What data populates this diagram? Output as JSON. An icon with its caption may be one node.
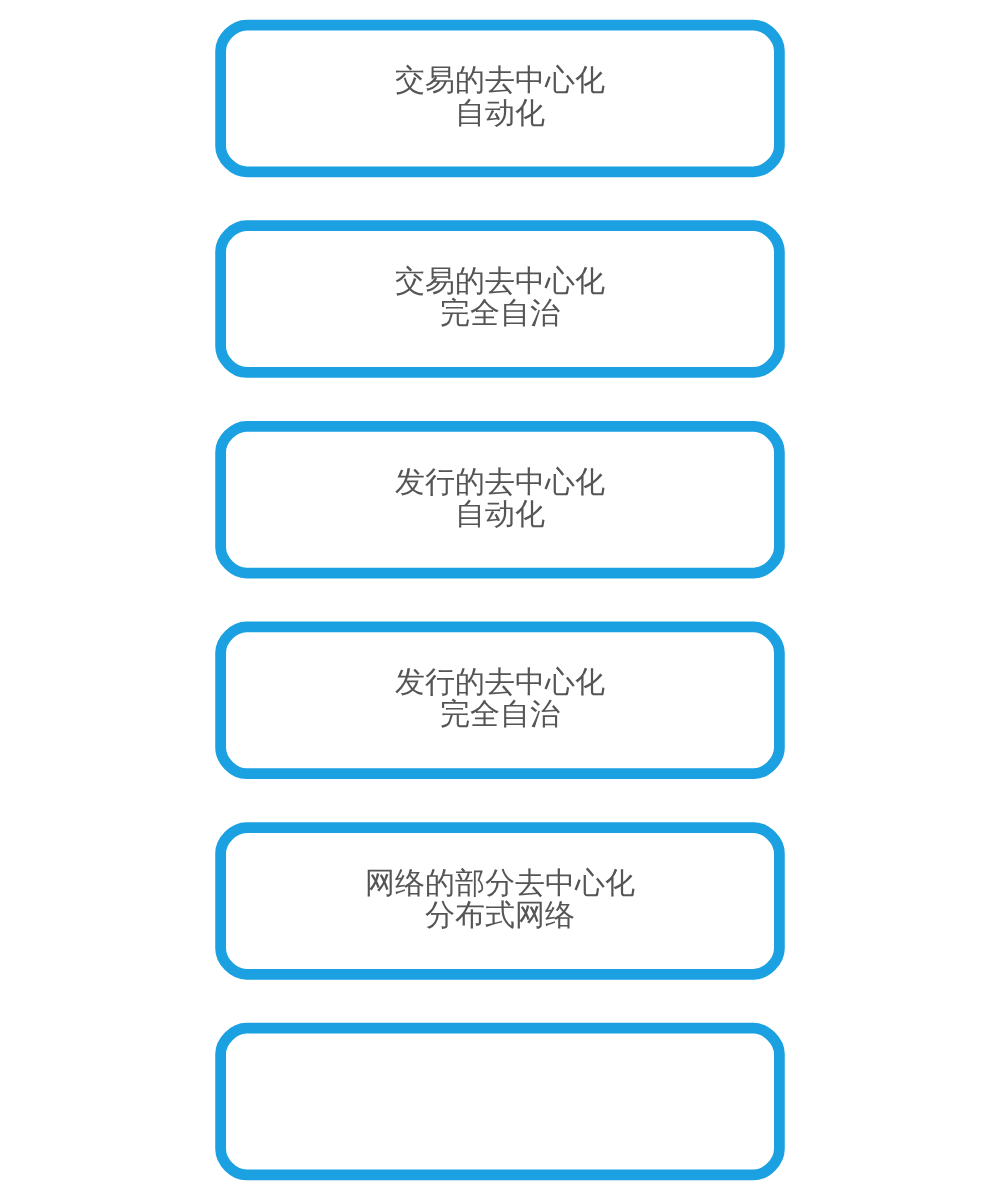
{
  "diagram": {
    "nodes": [
      {
        "text": [
          "交易的去中心化",
          "自动化"
        ]
      },
      {
        "text": [
          "交易的去中心化",
          "完全自治"
        ]
      },
      {
        "text": [
          "发行的去中心化",
          "自动化"
        ]
      },
      {
        "text": [
          "发行的去中心化",
          "完全自治"
        ]
      },
      {
        "text": [
          "网络的部分去中心化",
          "分布式网络"
        ]
      },
      {
        "text": [],
        "shape": "box"
      }
    ]
  }
}
